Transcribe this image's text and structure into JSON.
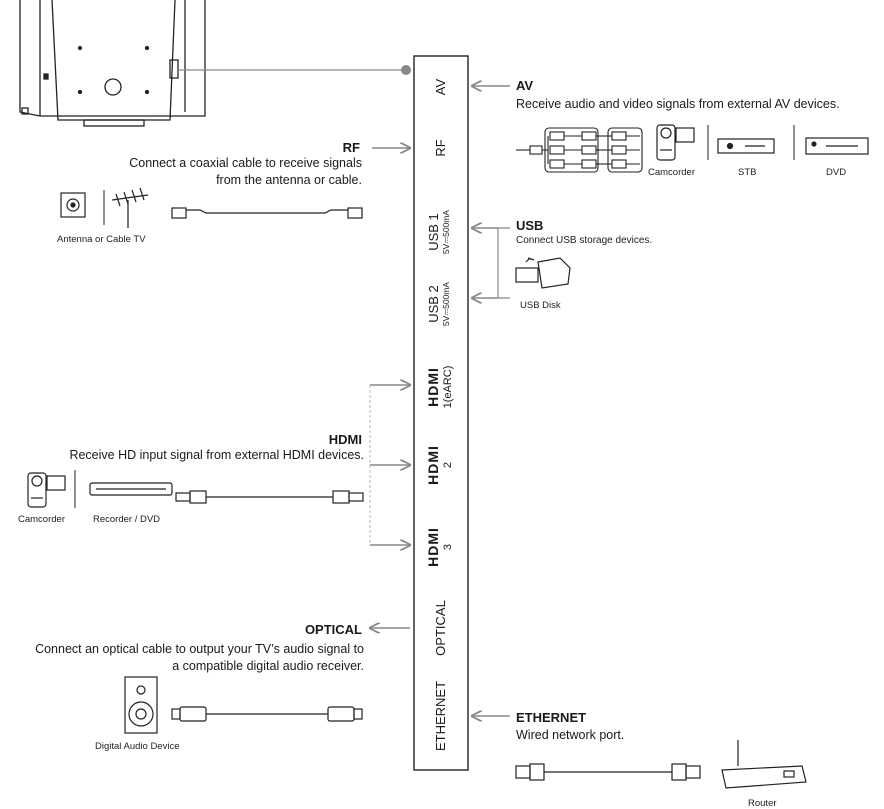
{
  "ports": {
    "av": "AV",
    "rf": "RF",
    "usb1": "USB 1",
    "usb1_spec": "5V⎓500mA",
    "usb2": "USB 2",
    "usb2_spec": "5V⎓500mA",
    "hdmi1": "1(eARC)",
    "hdmi2": "2",
    "hdmi3": "3",
    "hdmi_logo": "HDMI",
    "optical": "OPTICAL",
    "ethernet": "ETHERNET"
  },
  "sections": {
    "av": {
      "title": "AV",
      "desc": "Receive audio and video signals from external AV devices."
    },
    "rf": {
      "title": "RF",
      "desc_line1": "Connect a coaxial cable to receive signals",
      "desc_line2": "from the antenna or cable."
    },
    "usb": {
      "title": "USB",
      "desc": "Connect USB storage devices."
    },
    "hdmi": {
      "title": "HDMI",
      "desc": "Receive HD input signal from external HDMI devices."
    },
    "optical": {
      "title": "OPTICAL",
      "desc_line1": "Connect an optical cable to output your TV’s audio signal to",
      "desc_line2": "a compatible digital audio receiver."
    },
    "ethernet": {
      "title": "ETHERNET",
      "desc": "Wired network port."
    }
  },
  "captions": {
    "camcorder_av": "Camcorder",
    "stb": "STB",
    "dvd": "DVD",
    "antenna": "Antenna or Cable TV",
    "usb_disk": "USB Disk",
    "camcorder_hdmi": "Camcorder",
    "recorder": "Recorder / DVD",
    "audio_device": "Digital Audio Device",
    "router": "Router"
  }
}
